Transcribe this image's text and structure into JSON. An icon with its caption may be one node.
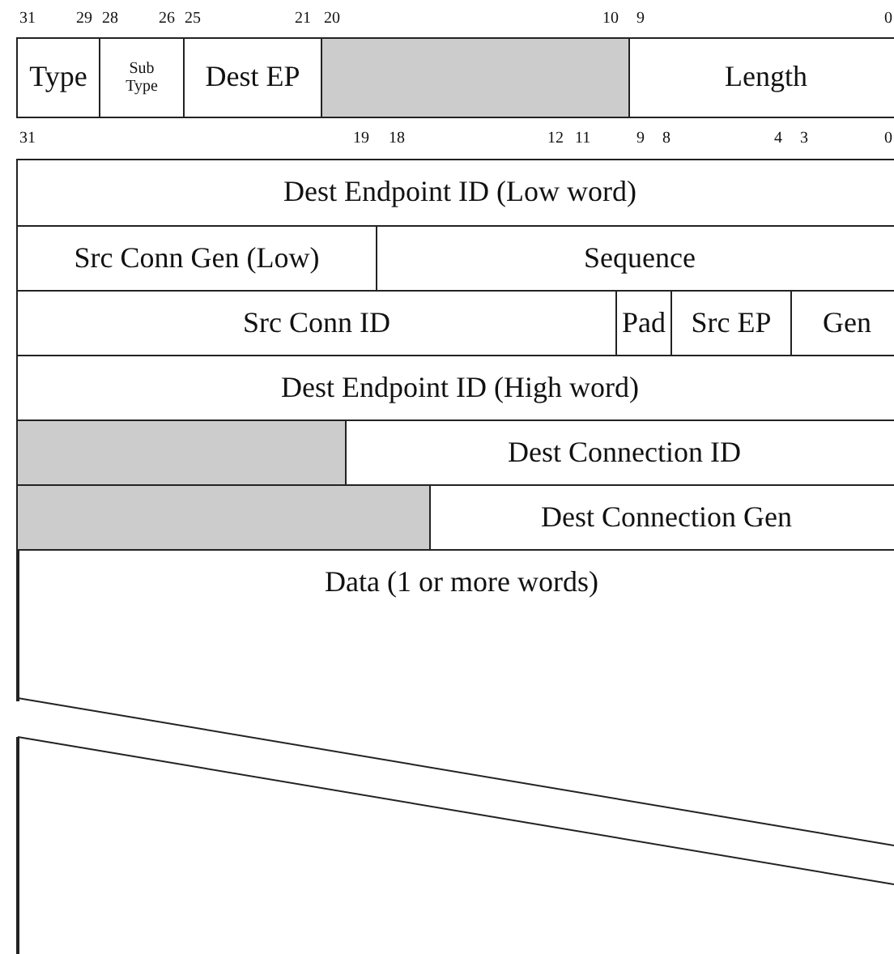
{
  "diagram": {
    "nodes": [
      {
        "text": [
          "Type"
        ]
      },
      {
        "text": [
          "Sub Type"
        ]
      },
      {
        "text": [
          "Dest EP"
        ]
      },
      {
        "text": [],
        "shape": "box"
      },
      {
        "text": [
          "Length"
        ]
      },
      {
        "text": [
          "Dest Endpoint ID (Low word)"
        ]
      },
      {
        "text": [
          "Src Conn Gen (Low)"
        ]
      },
      {
        "text": [
          "Sequence"
        ]
      },
      {
        "text": [
          "Src Conn ID"
        ]
      },
      {
        "text": [
          "Pad"
        ]
      },
      {
        "text": [
          "Src EP"
        ]
      },
      {
        "text": [
          "Gen"
        ]
      },
      {
        "text": [
          "Dest Endpoint ID (High word)"
        ]
      },
      {
        "text": [],
        "shape": "box"
      },
      {
        "text": [
          "Dest Connection ID"
        ]
      },
      {
        "text": [],
        "shape": "box"
      },
      {
        "text": [
          "Dest Connection Gen"
        ]
      },
      {
        "text": [
          "Data (1 or more words)"
        ]
      }
    ],
    "edges": [],
    "labels": [
      "31",
      "29",
      "28",
      "26",
      "25",
      "21",
      "20",
      "10",
      "9",
      "0",
      "31",
      "19",
      "18",
      "12",
      "11",
      "9",
      "8",
      "4",
      "3",
      "0"
    ]
  }
}
